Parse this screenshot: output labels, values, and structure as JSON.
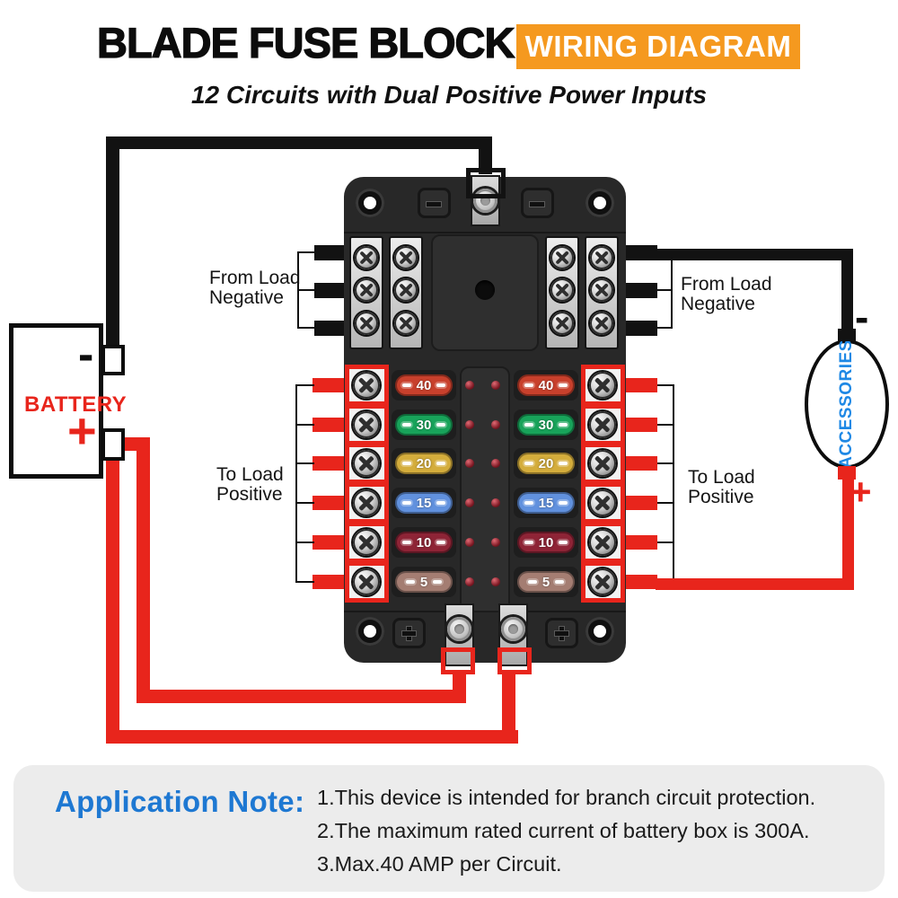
{
  "header": {
    "title": "BLADE FUSE BLOCK",
    "badge": "WIRING DIAGRAM",
    "subtitle": "12 Circuits with Dual Positive Power Inputs"
  },
  "battery": {
    "name": "BATTERY",
    "negative": "-",
    "positive": "+"
  },
  "accessories": {
    "name": "ACCESSORIES",
    "negative": "-",
    "positive": "+"
  },
  "wire_labels": {
    "left_negative": {
      "line1": "From Load",
      "line2": "Negative"
    },
    "right_negative": {
      "line1": "From Load",
      "line2": "Negative"
    },
    "left_positive": {
      "line1": "To Load",
      "line2": "Positive"
    },
    "right_positive": {
      "line1": "To Load",
      "line2": "Positive"
    }
  },
  "fuse_block": {
    "fuse_rows": [
      {
        "amp": "40",
        "color": "#c8402c"
      },
      {
        "amp": "30",
        "color": "#18a35a"
      },
      {
        "amp": "20",
        "color": "#d4ad3c"
      },
      {
        "amp": "15",
        "color": "#6191de"
      },
      {
        "amp": "10",
        "color": "#8e2436"
      },
      {
        "amp": "5",
        "color": "#a47d72"
      }
    ]
  },
  "application_note": {
    "heading": "Application Note:",
    "items": [
      "1.This device is intended for branch circuit protection.",
      "2.The maximum rated current of battery box is 300A.",
      "3.Max.40 AMP per Circuit."
    ]
  },
  "colors": {
    "badge_orange": "#f5991f",
    "wire_red": "#e8251c",
    "wire_black": "#121212",
    "note_blue": "#1e78d2",
    "accessories_blue": "#1e88e5"
  }
}
